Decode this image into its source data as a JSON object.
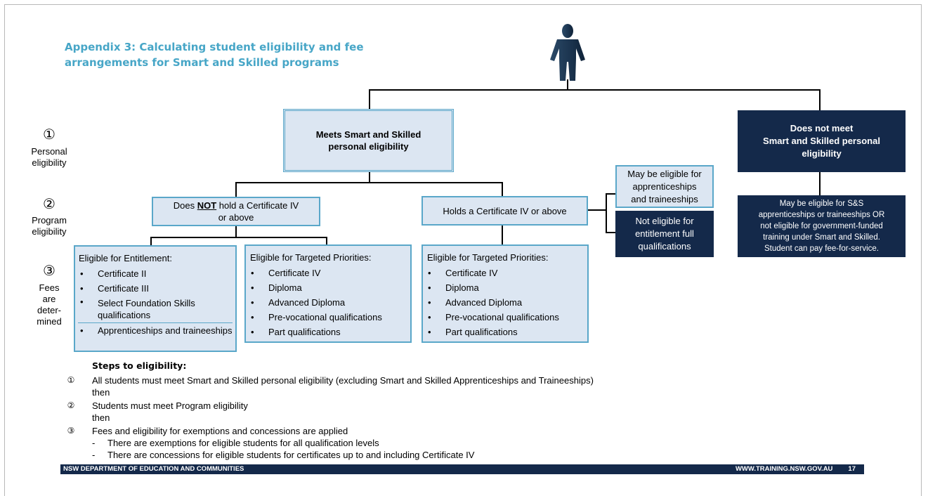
{
  "title": {
    "line1": "Appendix 3: Calculating student eligibility and fee",
    "line2": "arrangements for Smart and Skilled programs"
  },
  "icons": {
    "person": "person-figure-icon"
  },
  "colors": {
    "title": "#47a6c7",
    "navy": "#14294a",
    "light_fill": "#dce6f2",
    "light_border": "#5aa7c9"
  },
  "steps_side": [
    {
      "num": "①",
      "line1": "Personal",
      "line2": "eligibility"
    },
    {
      "num": "②",
      "line1": "Program",
      "line2": "eligibility"
    },
    {
      "num": "③",
      "line1": "Fees",
      "line2": "are",
      "line3": "deter-",
      "line4": "mined"
    }
  ],
  "boxes": {
    "meets": {
      "line1": "Meets Smart and Skilled",
      "line2": "personal eligibility"
    },
    "not_meet": {
      "line1": "Does not meet",
      "line2": "Smart and Skilled personal",
      "line3": "eligibility"
    },
    "not_meet_detail": {
      "line1": "May be eligible for S&S",
      "line2": "apprenticeships or traineeships OR",
      "line3": "not eligible for government-funded",
      "line4": "training under Smart and Skilled.",
      "line5": "Student can pay fee-for-service."
    },
    "no_cert": {
      "pre": "Does ",
      "emph": "NOT",
      "post": " hold a Certificate IV",
      "line2": "or above"
    },
    "holds_cert": {
      "text": "Holds a Certificate IV or above"
    },
    "may_app": {
      "line1": "May be eligible for",
      "line2": "apprenticeships",
      "line3": "and traineeships"
    },
    "not_eligible": {
      "line1": "Not eligible for",
      "line2": "entitlement full",
      "line3": "qualifications"
    },
    "entitlement": {
      "heading": "Eligible for Entitlement:",
      "items": [
        "Certificate II",
        "Certificate III",
        "Select Foundation Skills qualifications"
      ],
      "extra_item": "Apprenticeships and traineeships"
    },
    "targeted_1": {
      "heading": "Eligible for Targeted Priorities:",
      "items": [
        "Certificate IV",
        "Diploma",
        "Advanced Diploma",
        "Pre-vocational qualifications",
        "Part qualifications"
      ]
    },
    "targeted_2": {
      "heading": "Eligible for Targeted Priorities:",
      "items": [
        "Certificate IV",
        "Diploma",
        "Advanced Diploma",
        "Pre-vocational qualifications",
        "Part qualifications"
      ]
    }
  },
  "steps": {
    "heading": "Steps to eligibility:",
    "step1": {
      "num": "①",
      "text": "All students must meet Smart and Skilled personal eligibility (excluding Smart and Skilled Apprenticeships and Traineeships)",
      "then": "then"
    },
    "step2": {
      "num": "②",
      "text": "Students must meet Program eligibility",
      "then": "then"
    },
    "step3": {
      "num": "③",
      "text": "Fees and eligibility for exemptions and concessions are applied",
      "sub1": "There are exemptions for eligible students for all qualification levels",
      "sub2": "There are concessions for eligible students for certificates up to and including Certificate IV"
    }
  },
  "footer": {
    "left": "NSW DEPARTMENT OF EDUCATION AND COMMUNITIES",
    "url": "WWW.TRAINING.NSW.GOV.AU",
    "page": "17"
  }
}
